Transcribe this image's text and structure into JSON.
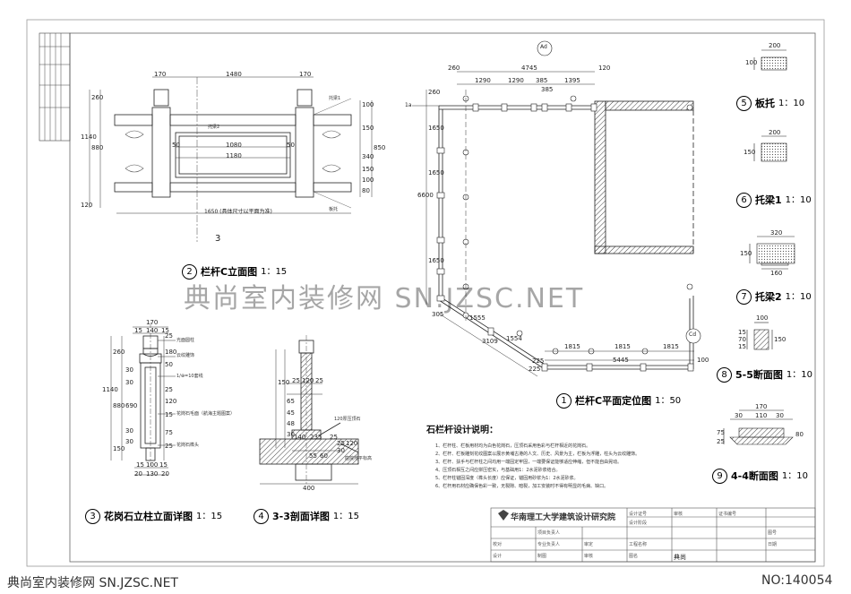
{
  "drawings": {
    "d2": {
      "num": "2",
      "title": "栏杆C立面图",
      "scale": "1：15"
    },
    "d1": {
      "num": "1",
      "title": "栏杆C平面定位图",
      "scale": "1：50"
    },
    "d3": {
      "num": "3",
      "title": "花岗石立柱立面详图",
      "scale": "1：15"
    },
    "d4": {
      "num": "4",
      "title": "3-3剖面详图",
      "scale": "1：15"
    },
    "d5": {
      "num": "5",
      "title": "板托",
      "scale": "1：10"
    },
    "d6": {
      "num": "6",
      "title": "托梁1",
      "scale": "1：10"
    },
    "d7": {
      "num": "7",
      "title": "托梁2",
      "scale": "1：10"
    },
    "d8": {
      "num": "8",
      "title": "5-5断面图",
      "scale": "1：10"
    },
    "d9": {
      "num": "9",
      "title": "4-4断面图",
      "scale": "1：10"
    }
  },
  "elev_dims": {
    "top": [
      "170",
      "1480",
      "170"
    ],
    "inner_top": "1080",
    "inner_bottom": "1180",
    "bottom": "1650 (具体尺寸以平面为准)",
    "left": [
      "260",
      "880",
      "1140",
      "120"
    ],
    "right": [
      "100",
      "150",
      "340",
      "150",
      "100",
      "80",
      "850"
    ],
    "fifty_a": "50",
    "fifty_b": "50",
    "labels": [
      "托梁1",
      "托梁2",
      "板托"
    ],
    "section": "3"
  },
  "plan_dims": {
    "top_total": "4745",
    "top_left": "260",
    "top_right": "120",
    "top_parts": [
      "1290",
      "1290",
      "385",
      "1395"
    ],
    "top_sub": "385",
    "left": [
      "260",
      "1650",
      "1650",
      "6600",
      "1650"
    ],
    "diag": [
      "305",
      "1555",
      "1554",
      "3109"
    ],
    "bottom_parts": [
      "1815",
      "1815",
      "1815"
    ],
    "bottom_total": "5445",
    "bottom_right": "100",
    "bottom_small": [
      "225",
      "225"
    ],
    "axes": [
      "Ad",
      "Cd",
      "1a"
    ]
  },
  "post_dims": {
    "top": [
      "170",
      "15",
      "140",
      "15"
    ],
    "left": [
      "260",
      "1140",
      "880",
      "150"
    ],
    "right": [
      "25",
      "180",
      "50",
      "690",
      "25",
      "120",
      "15",
      "75",
      "25"
    ],
    "inner": [
      "30",
      "30",
      "30",
      "30"
    ],
    "bottom": [
      "15",
      "100",
      "15",
      "20",
      "130",
      "20"
    ],
    "notes": [
      "光面圆柱",
      "云纹雕饰",
      "1/⊕=10套线",
      "花岗石毛面（航海主题图案）",
      "花岗石榫头"
    ]
  },
  "section_dims": {
    "top": [
      "25",
      "120",
      "25"
    ],
    "left": [
      "150",
      "65",
      "45",
      "48",
      "30"
    ],
    "bottom_row": [
      "140",
      "235",
      "25",
      "25"
    ],
    "right": [
      "55",
      "60",
      "30",
      "120"
    ],
    "total": "400",
    "notes": [
      "120厚压顶石",
      "庭院地平标高"
    ]
  },
  "small_dims": {
    "s5": [
      "200",
      "100"
    ],
    "s6": [
      "200",
      "150"
    ],
    "s7": [
      "320",
      "150",
      "160"
    ],
    "s8": [
      "100",
      "15",
      "70",
      "15",
      "150"
    ],
    "s9": [
      "170",
      "30",
      "110",
      "30",
      "75",
      "25",
      "80"
    ]
  },
  "notes": {
    "heading": "石栏杆设计说明：",
    "items": [
      "1、栏杆柱、栏板用材均为白色花岗石，压顶石采用色彩与栏杆相近的花岗石。",
      "2、栏杆、栏板雕刻花纹图案以展示黄埔古港的人文、历史、风景为主，栏板为浮雕，柱头为云纹雕饰。",
      "3、栏杆、扶手与栏杆柱之间均用一端固定牢固，一端要保证能够适应伸缩，但不能自由晃动。",
      "4、压顶石相互之间应拼压密实，与基础用1：2水泥砂浆结合。",
      "5、栏杆柱锚固深度（榫头长度）应保证，锚固用砂浆为1：2水泥砂浆。",
      "6、栏杆用石材应确保色彩一致，无裂隙、暗裂，加工安装时不得有明显的毛病、缺口。"
    ]
  },
  "title_block": {
    "institute": "华南理工大学建筑设计研究院",
    "cells": [
      "设计证号",
      "审核",
      "证书编号",
      "项目负责人",
      "设计阶段",
      "校对",
      "工程名称",
      "设计",
      "审定",
      "专业负责人",
      "图号",
      "日期",
      "制图",
      "审核",
      "图名",
      "典尚"
    ]
  },
  "watermark": "典尚室内装修网 SN.JZSC.NET",
  "footer": {
    "left": "典尚室内装修网 SN.JZSC.NET",
    "right": "NO:140054"
  }
}
